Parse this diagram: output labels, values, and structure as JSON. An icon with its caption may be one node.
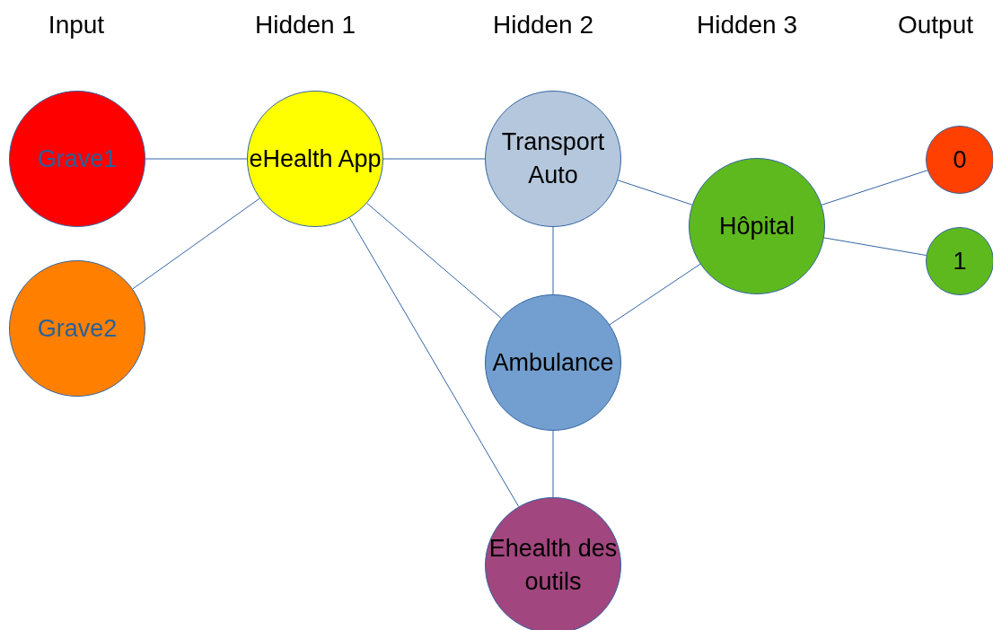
{
  "diagram": {
    "nodes": [
      {
        "text": [
          "Grave1"
        ]
      },
      {
        "text": [
          "Grave2"
        ]
      },
      {
        "text": [
          "eHealth App"
        ]
      },
      {
        "text": [
          "Transport Auto"
        ]
      },
      {
        "text": [
          "Ambulance"
        ]
      },
      {
        "text": [
          "Ehealth des outils"
        ]
      },
      {
        "text": [
          "Hôpital"
        ]
      },
      {
        "text": [
          "0"
        ]
      },
      {
        "text": [
          "1"
        ]
      }
    ],
    "edges": [
      {
        "from": 0,
        "to": 2,
        "arrow": "none"
      },
      {
        "from": 1,
        "to": 2,
        "arrow": "none"
      },
      {
        "from": 2,
        "to": 3,
        "arrow": "none"
      },
      {
        "from": 2,
        "to": 4,
        "arrow": "none"
      },
      {
        "from": 2,
        "to": 5,
        "arrow": "none"
      },
      {
        "from": 3,
        "to": 4,
        "arrow": "none"
      },
      {
        "from": 4,
        "to": 5,
        "arrow": "none"
      },
      {
        "from": 3,
        "to": 6,
        "arrow": "none"
      },
      {
        "from": 4,
        "to": 6,
        "arrow": "none"
      },
      {
        "from": 6,
        "to": 7,
        "arrow": "none"
      },
      {
        "from": 6,
        "to": 8,
        "arrow": "none"
      }
    ],
    "labels": [
      "Input",
      "Hidden 1",
      "Hidden 2",
      "Hidden 3",
      "Output"
    ]
  }
}
